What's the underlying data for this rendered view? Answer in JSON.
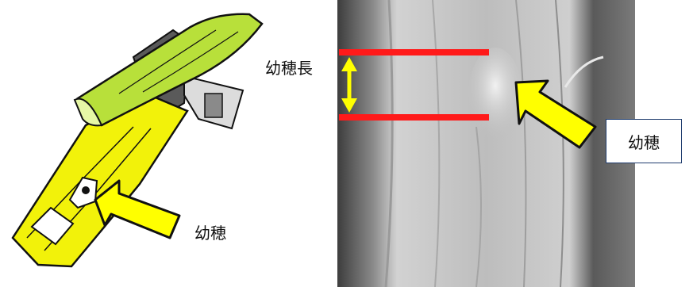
{
  "labels": {
    "illustration_panicle": "幼穂",
    "panicle_length": "幼穂長",
    "photo_panicle": "幼穂"
  },
  "colors": {
    "stem_green": "#b8e03a",
    "stem_yellow": "#f2f20a",
    "arrow_yellow": "#ffff00",
    "marker_red": "#ff1a1a",
    "callout_border": "#1f3c6e"
  }
}
